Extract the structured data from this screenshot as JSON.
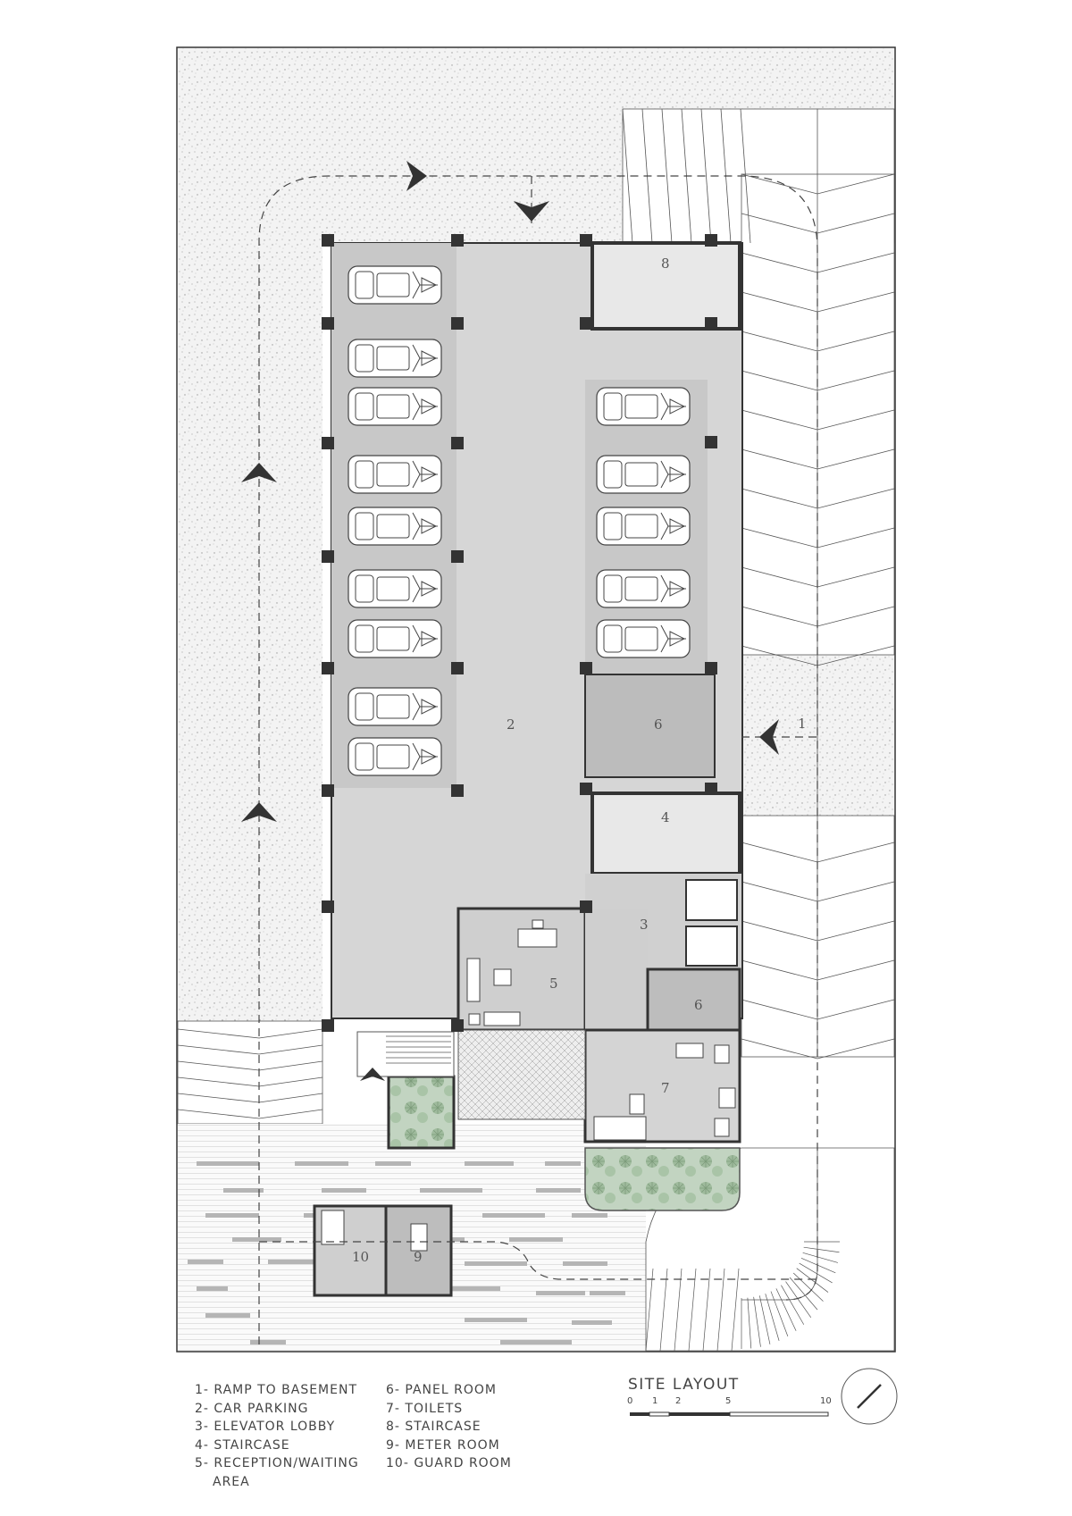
{
  "room_numbers": {
    "r1": "1",
    "r2": "2",
    "r3": "3",
    "r4": "4",
    "r5": "5",
    "r6a": "6",
    "r6b": "6",
    "r7": "7",
    "r8": "8",
    "r9": "9",
    "r10": "10"
  },
  "legend_left": [
    "1- RAMP TO BASEMENT",
    "2- CAR PARKING",
    "3- ELEVATOR LOBBY",
    "4- STAIRCASE",
    "5- RECEPTION/WAITING",
    "AREA"
  ],
  "legend_right": [
    "6- PANEL ROOM",
    "7- TOILETS",
    "8- STAIRCASE",
    "9- METER ROOM",
    "10- GUARD ROOM"
  ],
  "title": "SITE LAYOUT",
  "scale": [
    "0",
    "1",
    "2",
    "5",
    "10"
  ],
  "colors": {
    "wall": "#333333",
    "floor": "#d9d9d9",
    "room": "#bdbdbd",
    "landscape": "#f2f2f2",
    "planter": "#b9cdb8"
  }
}
